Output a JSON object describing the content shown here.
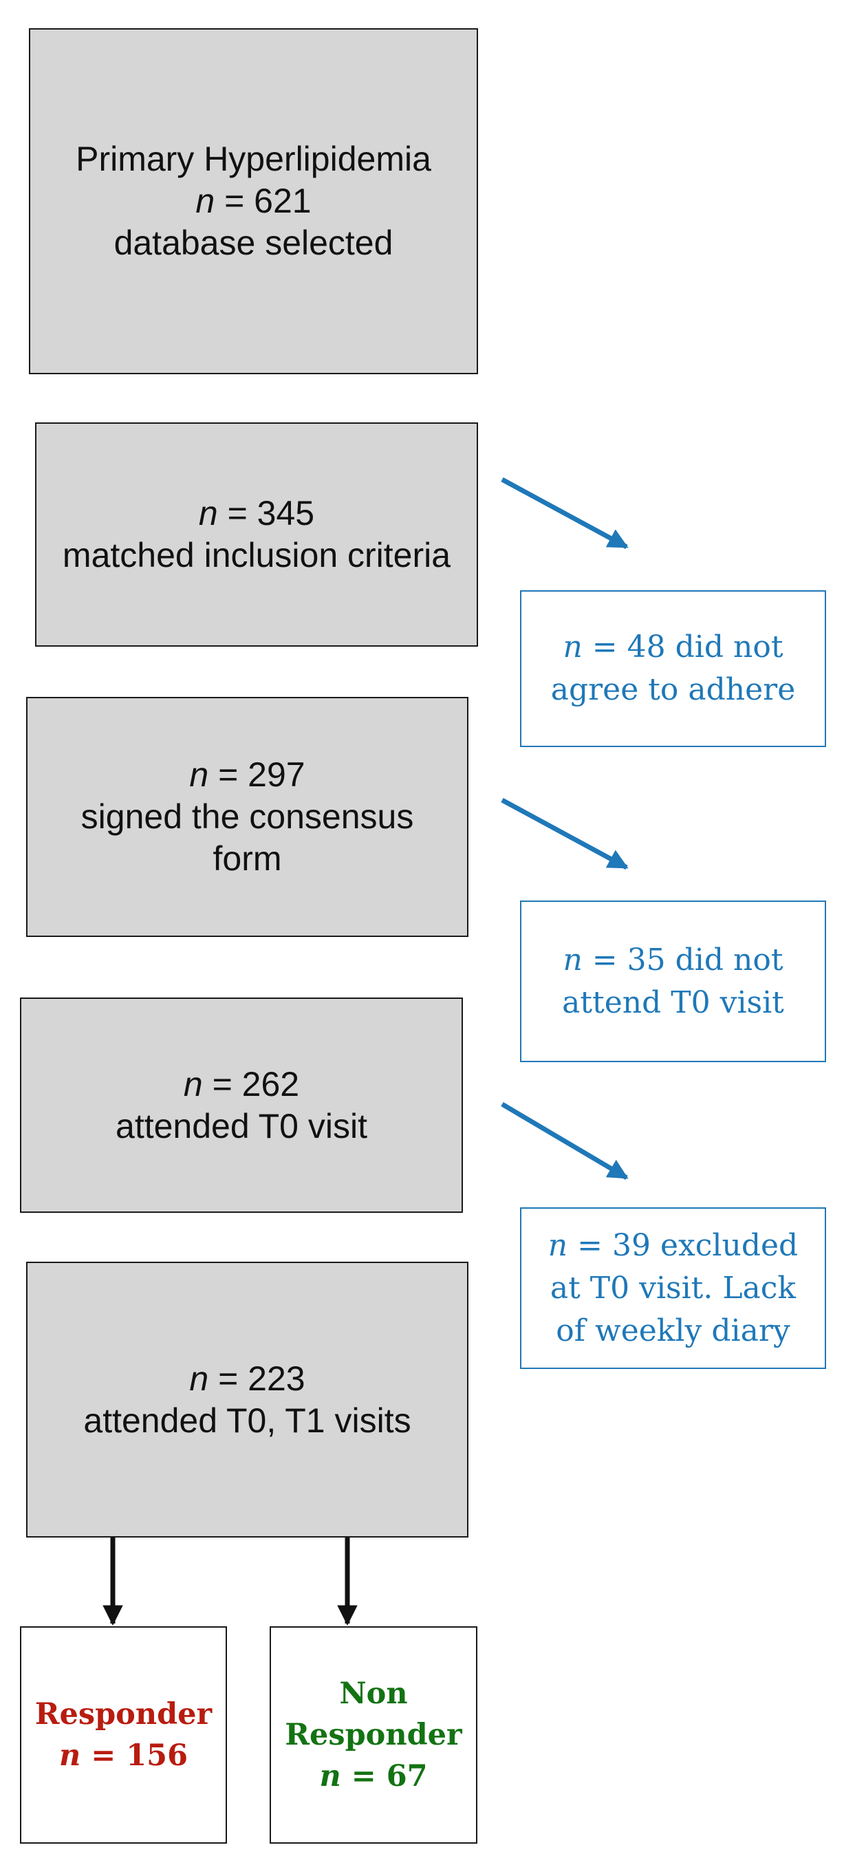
{
  "colors": {
    "box_fill": "#d6d6d6",
    "box_border": "#1a1a1a",
    "exclusion": "#1f78b8",
    "responder": "#b81c10",
    "non_responder": "#137313"
  },
  "boxes": {
    "database": {
      "line1": "Primary Hyperlipidemia",
      "n_symbol": "n",
      "n_value": "= 621",
      "line3": "database selected"
    },
    "inclusion": {
      "n_symbol": "n",
      "n_value": "= 345",
      "line2": "matched inclusion criteria"
    },
    "consensus": {
      "n_symbol": "n",
      "n_value": "= 297",
      "line2": "signed the consensus",
      "line3": "form"
    },
    "t0": {
      "n_symbol": "n",
      "n_value": "= 262",
      "line2": "attended T0 visit"
    },
    "t0t1": {
      "n_symbol": "n",
      "n_value": "= 223",
      "line2": "attended T0, T1 visits"
    }
  },
  "exclusions": [
    {
      "n_symbol": "n",
      "line1_rest": "= 48 did not",
      "line2": "agree to adhere"
    },
    {
      "n_symbol": "n",
      "line1_rest": "= 35 did not",
      "line2": "attend T0 visit"
    },
    {
      "n_symbol": "n",
      "line1_rest": "= 39 excluded",
      "line2": "at T0 visit. Lack",
      "line3": "of weekly diary"
    }
  ],
  "outcomes": {
    "responder": {
      "label": "Responder",
      "n_symbol": "n",
      "n_value": "= 156"
    },
    "non_responder": {
      "label_line1": "Non",
      "label_line2": "Responder",
      "n_symbol": "n",
      "n_value": "= 67"
    }
  }
}
